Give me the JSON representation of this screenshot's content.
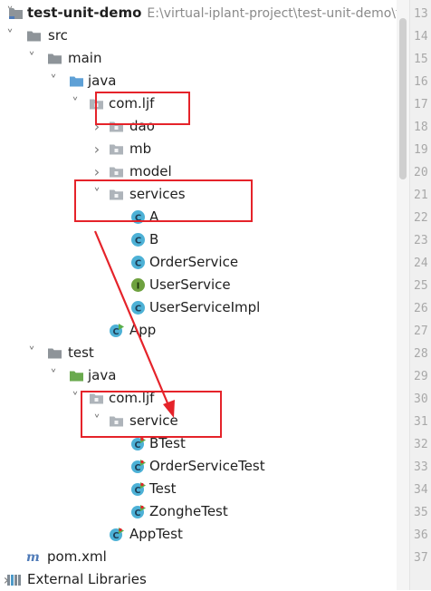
{
  "colors": {
    "folder": "#8e9499",
    "java_source_folder": "#5ea0d6",
    "java_test_folder": "#6aaa4e",
    "package": "#aeb4ba",
    "class": "#4db1d6",
    "interface": "#6ea13f",
    "run_marker": "#5aae4a",
    "annotation": "#e5232a"
  },
  "tree": [
    {
      "label": "test-unit-demo",
      "path": "E:\\virtual-iplant-project\\test-unit-demo\\t",
      "icon": "project-icon",
      "expanded": true,
      "bold": true
    },
    {
      "label": "src",
      "icon": "folder-icon",
      "expanded": true
    },
    {
      "label": "main",
      "icon": "folder-icon",
      "expanded": true
    },
    {
      "label": "java",
      "icon": "source-folder-icon",
      "expanded": true
    },
    {
      "label": "com.ljf",
      "icon": "package-icon",
      "expanded": true
    },
    {
      "label": "dao",
      "icon": "package-icon",
      "expanded": false
    },
    {
      "label": "mb",
      "icon": "package-icon",
      "expanded": false
    },
    {
      "label": "model",
      "icon": "package-icon",
      "expanded": false
    },
    {
      "label": "services",
      "icon": "package-icon",
      "expanded": true
    },
    {
      "label": "A",
      "icon": "class-icon"
    },
    {
      "label": "B",
      "icon": "class-icon"
    },
    {
      "label": "OrderService",
      "icon": "class-icon"
    },
    {
      "label": "UserService",
      "icon": "interface-icon"
    },
    {
      "label": "UserServiceImpl",
      "icon": "class-icon"
    },
    {
      "label": "App",
      "icon": "runnable-class-icon"
    },
    {
      "label": "test",
      "icon": "folder-icon",
      "expanded": true
    },
    {
      "label": "java",
      "icon": "test-source-folder-icon",
      "expanded": true
    },
    {
      "label": "com.ljf",
      "icon": "package-icon",
      "expanded": true
    },
    {
      "label": "service",
      "icon": "package-icon",
      "expanded": true
    },
    {
      "label": "BTest",
      "icon": "test-class-icon"
    },
    {
      "label": "OrderServiceTest",
      "icon": "test-class-icon"
    },
    {
      "label": "Test",
      "icon": "test-class-icon"
    },
    {
      "label": "ZongheTest",
      "icon": "test-class-icon"
    },
    {
      "label": "AppTest",
      "icon": "test-class-icon"
    },
    {
      "label": "pom.xml",
      "icon": "maven-icon"
    },
    {
      "label": "External Libraries",
      "icon": "libraries-icon",
      "expanded": false
    }
  ],
  "line_numbers": [
    "13",
    "14",
    "15",
    "16",
    "17",
    "18",
    "19",
    "20",
    "21",
    "22",
    "23",
    "24",
    "25",
    "26",
    "27",
    "28",
    "29",
    "30",
    "31",
    "32",
    "33",
    "34",
    "35",
    "36",
    "37"
  ]
}
